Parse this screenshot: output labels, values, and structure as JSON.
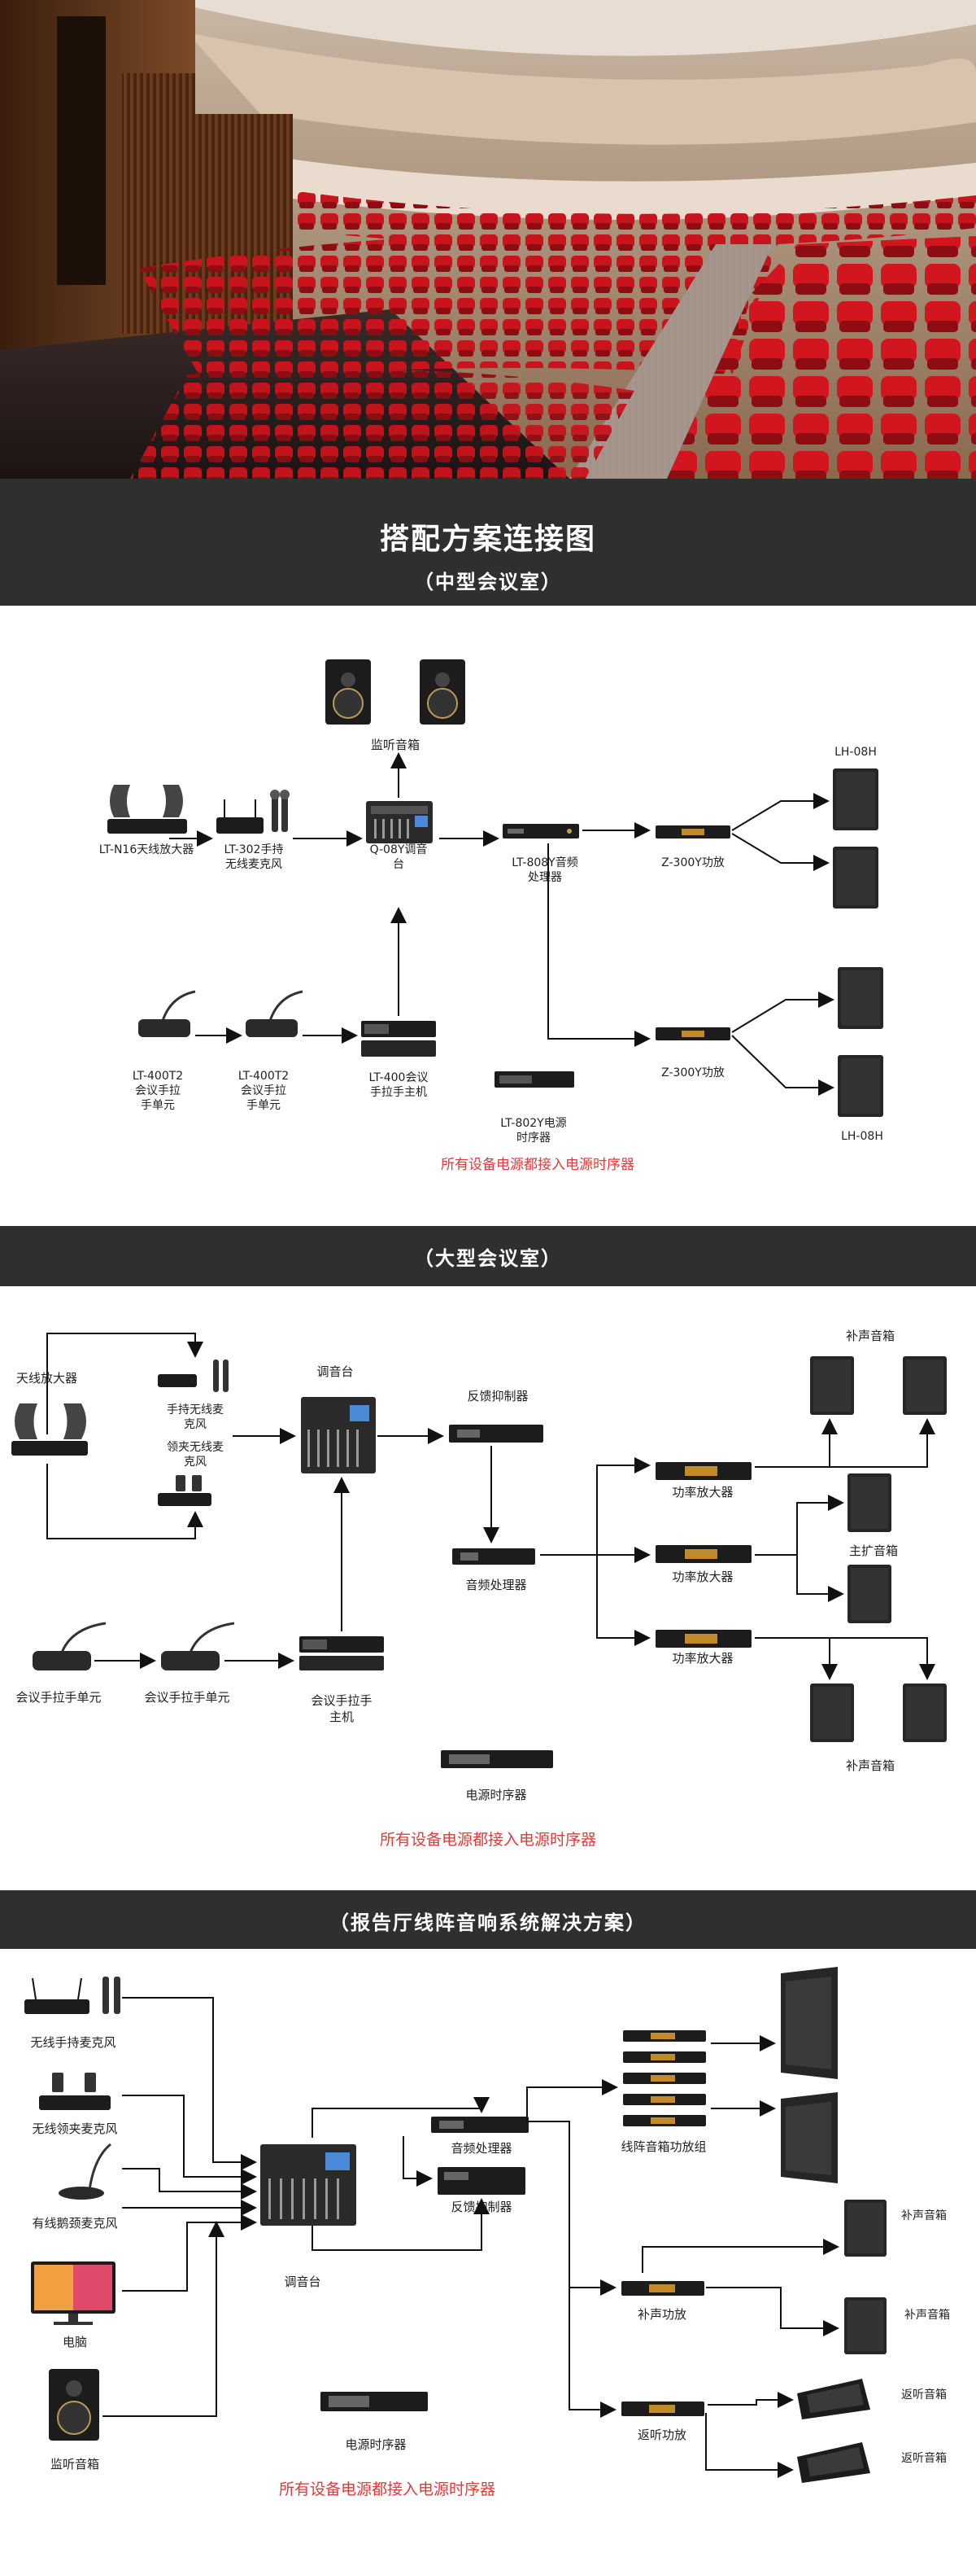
{
  "hero": {
    "image": "auditorium-red-seats"
  },
  "section1": {
    "title": "搭配方案连接图",
    "subtitle": "（中型会议室）",
    "labels": {
      "monitor": "监听音箱",
      "receiver": "LT-N16天线放大器",
      "mic_a": "LT-302手持",
      "mic_b": "无线麦克风",
      "mixer_a": "Q-08Y调音",
      "mixer_b": "台",
      "proc_a": "LT-808Y音频",
      "proc_b": "处理器",
      "amp1": "Z-300Y功放",
      "amp2": "Z-300Y功放",
      "lh_top": "LH-08H",
      "lh_bottom": "LH-08H",
      "u1_a": "LT-400T2",
      "u1_b": "会议手拉",
      "u1_c": "手单元",
      "u2_a": "LT-400T2",
      "u2_b": "会议手拉",
      "u2_c": "手单元",
      "host_a": "LT-400会议",
      "host_b": "手拉手主机",
      "seq_a": "LT-802Y电源",
      "seq_b": "时序器"
    },
    "note": "所有设备电源都接入电源时序器"
  },
  "section2": {
    "subtitle": "（大型会议室）",
    "labels": {
      "antenna": "天线放大器",
      "handheld_a": "手持无线麦",
      "handheld_b": "克风",
      "lapel_a": "领夹无线麦",
      "lapel_b": "克风",
      "mixer": "调音台",
      "feedback": "反馈抑制器",
      "processor": "音频处理器",
      "amp1": "功率放大器",
      "amp2": "功率放大器",
      "amp3": "功率放大器",
      "fill_top": "补声音箱",
      "main": "主扩音箱",
      "fill_bottom": "补声音箱",
      "unit1": "会议手拉手单元",
      "unit2": "会议手拉手单元",
      "host_a": "会议手拉手",
      "host_b": "主机",
      "sequencer": "电源时序器"
    },
    "note": "所有设备电源都接入电源时序器"
  },
  "section3": {
    "subtitle": "（报告厅线阵音响系统解决方案）",
    "labels": {
      "handheld": "无线手持麦克风",
      "lapel": "无线领夹麦克风",
      "gooseneck": "有线鹅颈麦克风",
      "pc": "电脑",
      "monitor": "监听音箱",
      "mixer": "调音台",
      "processor": "音频处理器",
      "feedback": "反馈抑制器",
      "line_amp": "线阵音箱功放组",
      "fill_amp": "补声功放",
      "return_amp": "返听功放",
      "fill1": "补声音箱",
      "fill2": "补声音箱",
      "return1": "返听音箱",
      "return2": "返听音箱",
      "sequencer": "电源时序器"
    },
    "note": "所有设备电源都接入电源时序器"
  },
  "colors": {
    "band": "#2f2f2f",
    "note": "#e03a3a",
    "seat": "#c8141c"
  }
}
